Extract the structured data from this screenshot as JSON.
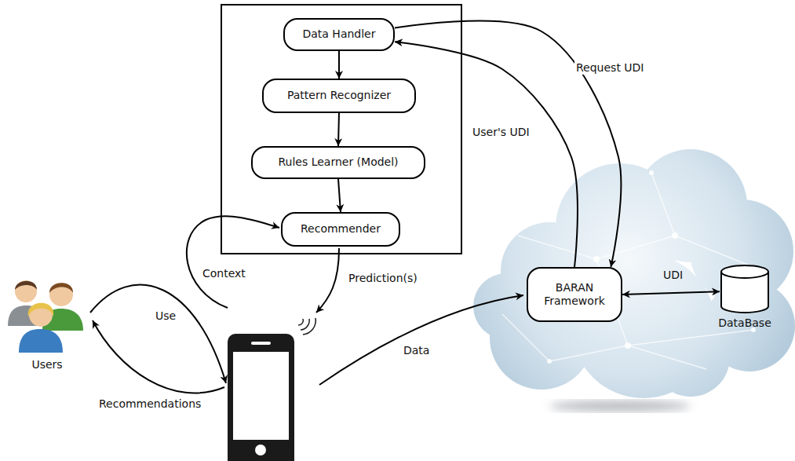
{
  "diagram": {
    "nodes": [
      {
        "text": [
          "Data Handler"
        ]
      },
      {
        "text": [
          "Pattern Recognizer"
        ]
      },
      {
        "text": [
          "Rules Learner (Model)"
        ]
      },
      {
        "text": [
          "Recommender"
        ]
      },
      {
        "text": [
          "Users"
        ]
      },
      {
        "text": [
          "BARAN Framework"
        ]
      },
      {
        "text": [
          "DataBase"
        ]
      }
    ],
    "edges": [
      {
        "from": 0,
        "to": 1,
        "arrow": "to"
      },
      {
        "from": 1,
        "to": 2,
        "arrow": "to"
      },
      {
        "from": 2,
        "to": 3,
        "arrow": "to"
      },
      {
        "from": 0,
        "to": 5,
        "arrow": "to",
        "label": "Request UDI"
      },
      {
        "from": 5,
        "to": 0,
        "arrow": "to",
        "label": "User's UDI"
      },
      {
        "from": 5,
        "to": 6,
        "arrow": "both",
        "label": "UDI"
      }
    ],
    "labels": [
      "Context",
      "Prediction(s)",
      "Use",
      "Recommendations",
      "Data"
    ]
  }
}
